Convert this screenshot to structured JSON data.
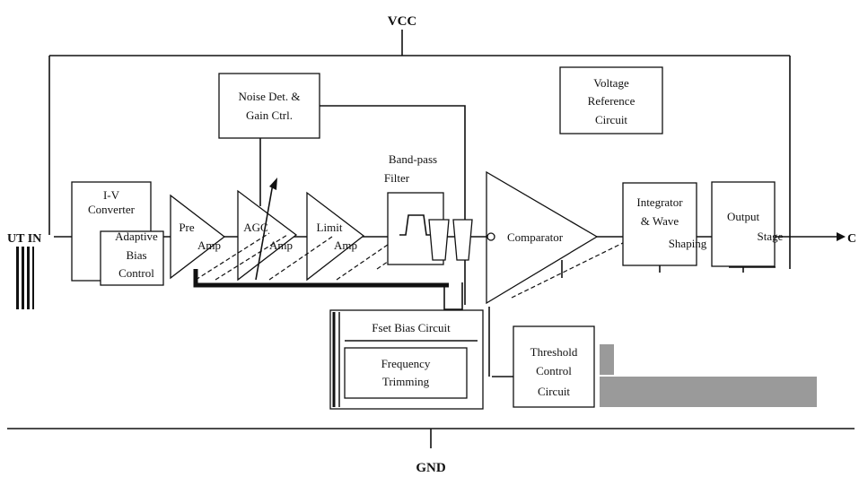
{
  "rails": {
    "vcc": "VCC",
    "gnd": "GND"
  },
  "io": {
    "input": "UT IN",
    "output": "C"
  },
  "blocks": {
    "iv_converter": [
      "I-V",
      "Converter"
    ],
    "adaptive_bias": [
      "Adaptive",
      "Bias",
      "Control"
    ],
    "preamp": [
      "Pre",
      "Amp"
    ],
    "agc_amp": [
      "AGC",
      "Amp"
    ],
    "limit_amp": [
      "Limit",
      "Amp"
    ],
    "noise_det": [
      "Noise Det. &",
      "Gain Ctrl."
    ],
    "bandpass": [
      "Band-pass",
      "Filter"
    ],
    "voltage_ref": [
      "Voltage",
      "Reference",
      "Circuit"
    ],
    "comparator": "Comparator",
    "integrator": [
      "Integrator",
      "& Wave",
      "Shaping"
    ],
    "output_stage": [
      "Output",
      "Stage"
    ],
    "offset_bias": "Fset Bias Circuit",
    "freq_trim": [
      "Frequency",
      "Trimming"
    ],
    "threshold": [
      "Threshold",
      "Control",
      "Circuit"
    ]
  },
  "colors": {
    "line": "#111111",
    "gray_fill": "#9a9a9a"
  }
}
